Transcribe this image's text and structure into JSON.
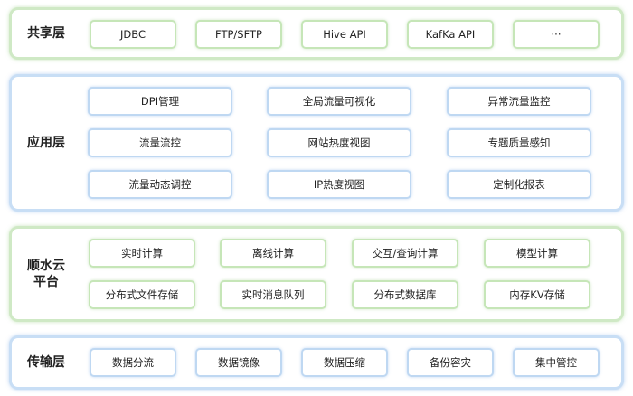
{
  "colors": {
    "green_border": "#cfe9c5",
    "blue_border": "#c8def5"
  },
  "layers": {
    "shared": {
      "title": "共享层",
      "items": [
        "JDBC",
        "FTP/SFTP",
        "Hive API",
        "KafKa API",
        "···"
      ]
    },
    "application": {
      "title": "应用层",
      "items": [
        "DPI管理",
        "全局流量可视化",
        "异常流量监控",
        "流量流控",
        "网站热度视图",
        "专题质量感知",
        "流量动态调控",
        "IP热度视图",
        "定制化报表"
      ]
    },
    "platform": {
      "title_line1": "顺水云",
      "title_line2": "平台",
      "items": [
        "实时计算",
        "离线计算",
        "交互/查询计算",
        "模型计算",
        "分布式文件存储",
        "实时消息队列",
        "分布式数据库",
        "内存KV存储"
      ]
    },
    "transport": {
      "title": "传输层",
      "items": [
        "数据分流",
        "数据镜像",
        "数据压缩",
        "备份容灾",
        "集中管控"
      ]
    }
  }
}
